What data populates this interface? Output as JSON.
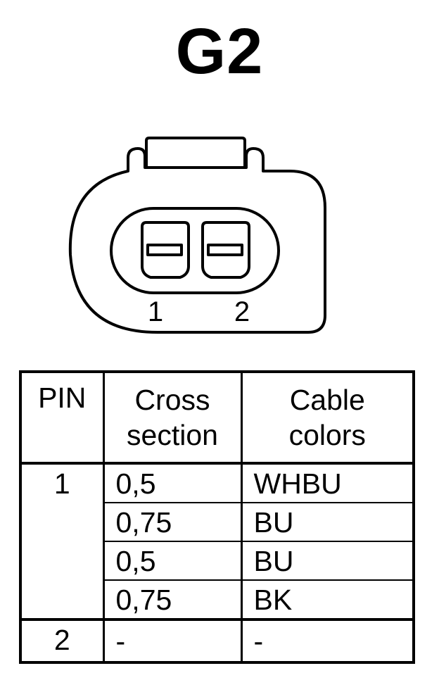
{
  "title": "G2",
  "connector": {
    "pin_labels": [
      "1",
      "2"
    ]
  },
  "table": {
    "headers": [
      "PIN",
      "Cross\nsection",
      "Cable\ncolors"
    ],
    "rows": [
      {
        "pin": "1",
        "wires": [
          {
            "cross_section": "0,5",
            "color": "WHBU"
          },
          {
            "cross_section": "0,75",
            "color": "BU"
          },
          {
            "cross_section": "0,5",
            "color": "BU"
          },
          {
            "cross_section": "0,75",
            "color": "BK"
          }
        ]
      },
      {
        "pin": "2",
        "wires": [
          {
            "cross_section": "-",
            "color": "-"
          }
        ]
      }
    ]
  }
}
